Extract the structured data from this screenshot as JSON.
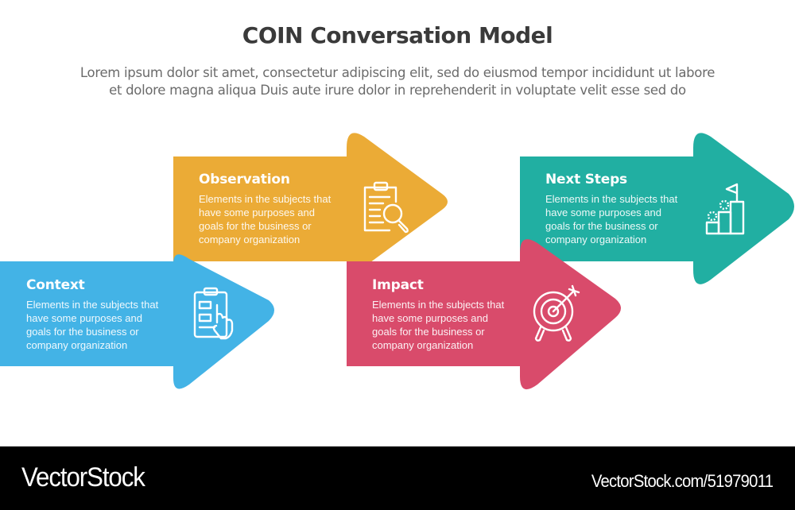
{
  "header": {
    "title": "COIN Conversation Model",
    "subtitle_line1": "Lorem ipsum dolor sit amet, consectetur adipiscing elit, sed do eiusmod tempor incididunt ut labore",
    "subtitle_line2": "et dolore magna aliqua Duis aute irure dolor in reprehenderit in voluptate velit esse sed do"
  },
  "steps": [
    {
      "label": "Context",
      "description": "Elements in the subjects that have some purposes and goals for the  business or company organization",
      "color": "#43B3E6",
      "icon": "clipboard-hand-icon"
    },
    {
      "label": "Observation",
      "description": "Elements in the subjects that have some purposes and goals for the  business or company organization",
      "color": "#EBAB36",
      "icon": "clipboard-magnifier-icon"
    },
    {
      "label": "Impact",
      "description": "Elements in the subjects that have some purposes and goals for the  business or company organization",
      "color": "#D94B6B",
      "icon": "target-arrow-icon"
    },
    {
      "label": "Next Steps",
      "description": "Elements in the subjects that have some purposes and goals for the  business or company organization",
      "color": "#21AFA2",
      "icon": "stairs-flag-icon"
    }
  ],
  "footer": {
    "brand": "VectorStock",
    "url": "VectorStock.com/51979011"
  }
}
